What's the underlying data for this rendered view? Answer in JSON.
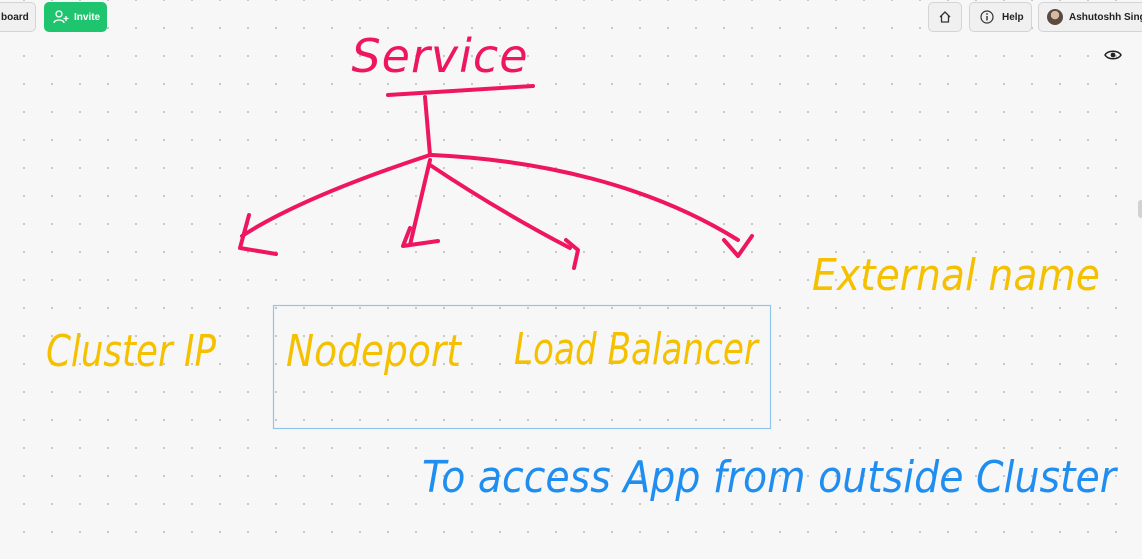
{
  "toolbar": {
    "board_label": "board",
    "invite_label": "Invite",
    "help_label": "Help",
    "user_name": "Ashutoshh Singh"
  },
  "icons": {
    "invite": "person-add-icon",
    "home": "home-icon",
    "help": "info-icon",
    "view": "eye-icon"
  },
  "canvas": {
    "title": "Service",
    "types": {
      "cluster_ip": "Cluster IP",
      "nodeport": "Nodeport",
      "load_balancer": "Load Balancer",
      "external_name": "External name"
    },
    "note": "To access App from outside Cluster"
  },
  "colors": {
    "magenta": "#ee1660",
    "yellow": "#f5c000",
    "blue": "#1f8ef0",
    "box": "#8ec6ea",
    "invite_green": "#1fc46e"
  }
}
